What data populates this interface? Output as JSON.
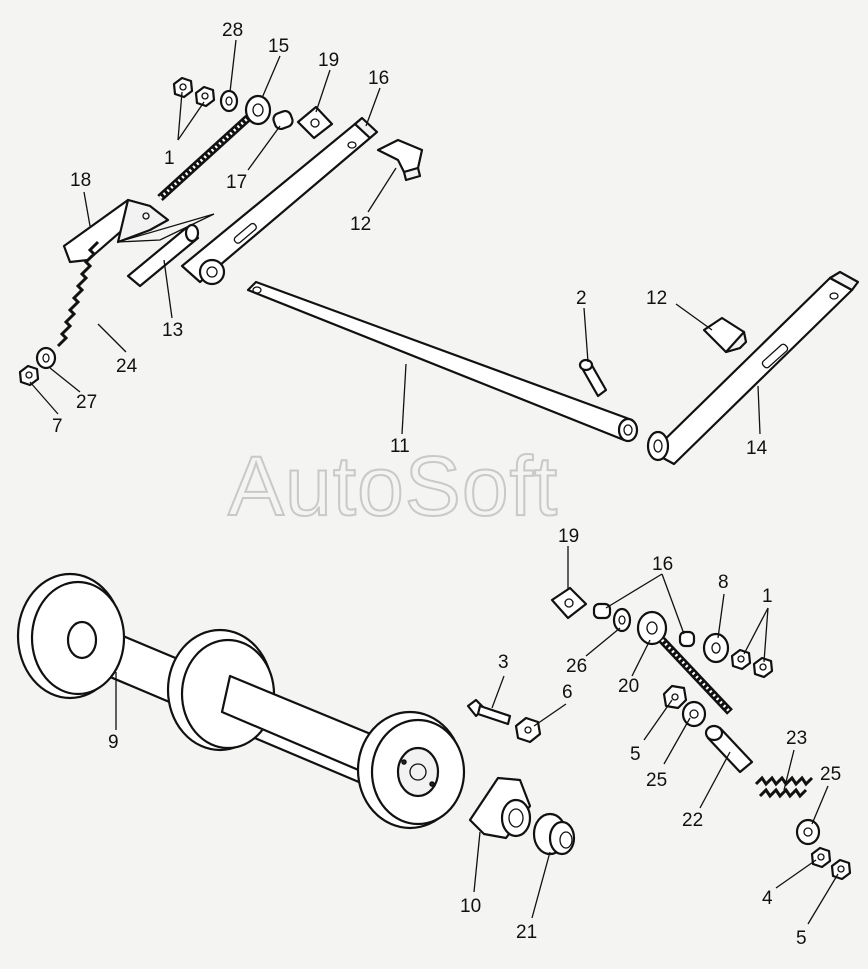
{
  "watermark": "AutoSoft",
  "callouts": {
    "c28": "28",
    "c15": "15",
    "c19a": "19",
    "c16a": "16",
    "c1a": "1",
    "c17": "17",
    "c12a": "12",
    "c18": "18",
    "c13": "13",
    "c24": "24",
    "c27": "27",
    "c7": "7",
    "c2": "2",
    "c12b": "12",
    "c11": "11",
    "c14": "14",
    "c19b": "19",
    "c16b": "16",
    "c8": "8",
    "c1b": "1",
    "c26": "26",
    "c20": "20",
    "c3": "3",
    "c6": "6",
    "c5a": "5",
    "c25a": "25",
    "c23": "23",
    "c25b": "25",
    "c9": "9",
    "c22": "22",
    "c10": "10",
    "c4": "4",
    "c21": "21",
    "c5b": "5"
  }
}
